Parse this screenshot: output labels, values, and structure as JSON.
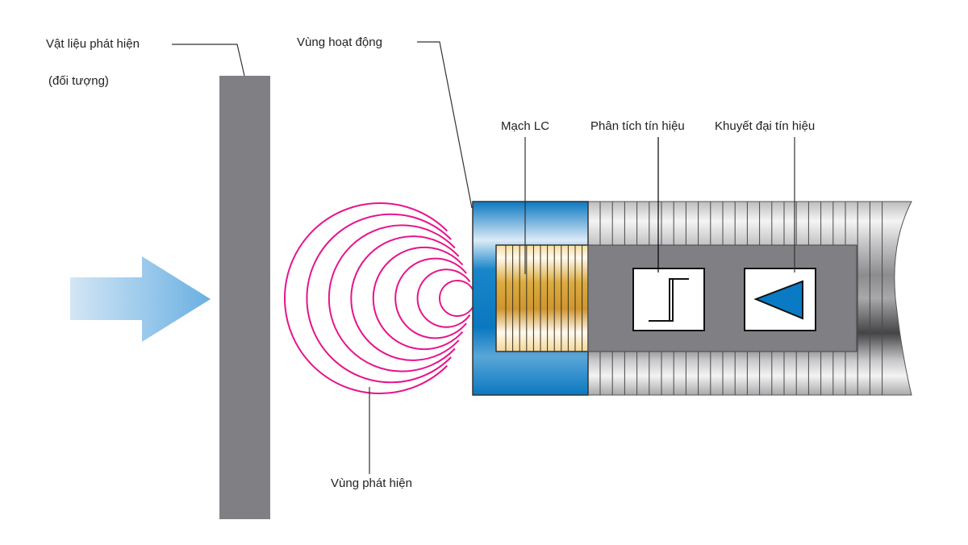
{
  "title": "Cảm biến tiệm cận điện cảm",
  "labels": {
    "detect_material_line1": "Vật liệu phát hiện",
    "detect_material_line2": "(đối tượng)",
    "active_zone": "Vùng hoạt động",
    "lc_circuit": "Mạch LC",
    "signal_analysis": "Phân tích tín hiệu",
    "signal_amplifier": "Khuyết đại tín hiệu",
    "detection_zone": "Vùng phát hiện"
  },
  "icons": {
    "motion_arrow": "arrow-right-icon",
    "analysis_block": "schmitt-trigger-icon",
    "amplifier_block": "amplifier-triangle-icon"
  },
  "colors": {
    "target_plate": "#808084",
    "field_lines": "#e6148c",
    "sensor_face": "#0a7ac4",
    "coil": "#d4a23a",
    "housing": "#c8c8c8",
    "electronics": "#808084",
    "amplifier_fill": "#0a7ac4",
    "arrow_light": "#cfe3f5",
    "arrow_dark": "#6fb3e3",
    "leader_line": "#333333"
  },
  "field": {
    "arc_count": 8
  },
  "housing": {
    "ring_count": 24,
    "coil_turns": 13
  }
}
